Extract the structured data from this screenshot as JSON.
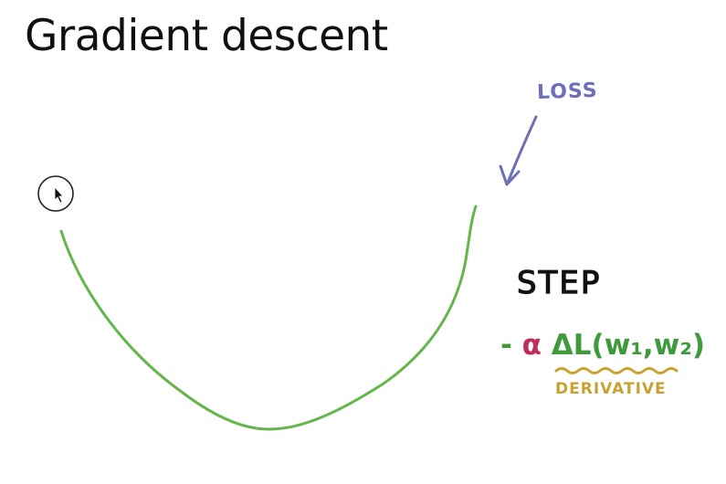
{
  "slide": {
    "title": "Gradient descent",
    "annotations": {
      "loss": "LOSS",
      "step": "STEP",
      "formula": {
        "minus": "-",
        "alpha": "α",
        "gradient": "ΔL(w₁,w₂)"
      },
      "derivative": "DERIVATIVE"
    },
    "colors": {
      "curve": "#63b64a",
      "loss": "#6e6fb6",
      "alpha": "#c22d5a",
      "gradient": "#3f9a3c",
      "derivative": "#c9a131",
      "text": "#111111"
    }
  },
  "cursor": {
    "icon": "mouse-pointer-icon"
  }
}
